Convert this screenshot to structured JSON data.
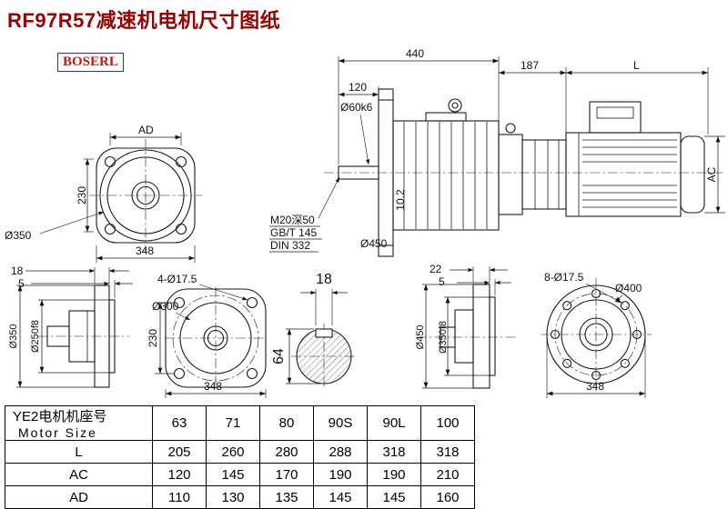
{
  "page": {
    "title": "RF97R57减速机电机尺寸图纸",
    "brand": "BOSERL"
  },
  "views": {
    "rear_flange": {
      "ad": "AD",
      "h230": "230",
      "w348": "348",
      "d350": "Ø350"
    },
    "main_side": {
      "w440": "440",
      "w120": "120",
      "w187": "187",
      "len": "L",
      "ac": "AC",
      "shaft": "Ø60k6",
      "tap": "M20深50",
      "std1": "GB/T 145",
      "std2": "DIN 332",
      "d450": "Ø450",
      "key_depth": "10.2"
    },
    "output_side": {
      "t18": "18",
      "t5": "5",
      "d350": "Ø350",
      "d250": "Ø250f8"
    },
    "output_flange": {
      "holes": "4-Ø17.5",
      "d300": "Ø300",
      "h230": "230",
      "w348": "348"
    },
    "shaft_section": {
      "key_w": "18",
      "h64": "64"
    },
    "b5_side": {
      "t22": "22",
      "t5": "5",
      "d450": "Ø450",
      "d350": "Ø350f8"
    },
    "b5_flange": {
      "holes": "8-Ø17.5",
      "d400": "Ø400",
      "w348": "348"
    }
  },
  "table": {
    "header_cn": "YE2电机机座号",
    "header_en": "Motor Size",
    "sizes": [
      "63",
      "71",
      "80",
      "90S",
      "90L",
      "100"
    ],
    "rows": [
      {
        "label": "L",
        "values": [
          "205",
          "260",
          "280",
          "288",
          "318",
          "318"
        ]
      },
      {
        "label": "AC",
        "values": [
          "120",
          "145",
          "170",
          "190",
          "190",
          "210"
        ]
      },
      {
        "label": "AD",
        "values": [
          "110",
          "130",
          "135",
          "145",
          "145",
          "160"
        ]
      }
    ]
  }
}
